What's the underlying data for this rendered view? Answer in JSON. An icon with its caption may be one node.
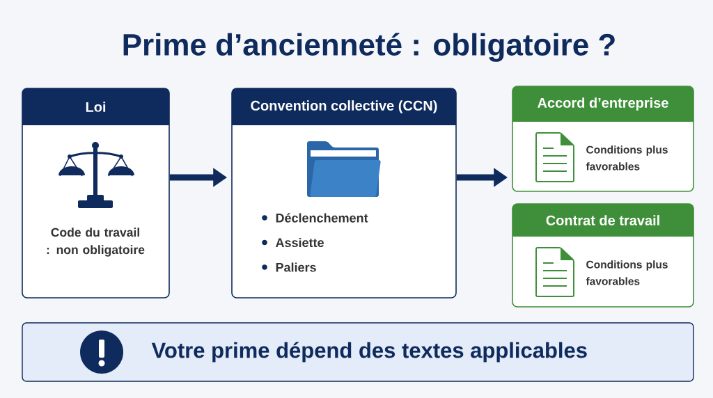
{
  "diagram": {
    "title": "Prime d’ancienneté : obligatoire ?",
    "nodes": [
      {
        "text": [
          "Loi",
          "Code du travail : non obligatoire"
        ]
      },
      {
        "text": [
          "Convention collective (CCN)",
          "Déclenchement",
          "Assiette",
          "Paliers"
        ]
      },
      {
        "text": [
          "Accord d’entreprise",
          "Conditions plus favorables"
        ]
      },
      {
        "text": [
          "Contrat de travail",
          "Conditions plus favorables"
        ]
      },
      {
        "text": [
          "Votre prime dépend des textes applicables"
        ]
      }
    ],
    "edges": [
      {
        "from": 0,
        "to": 1,
        "arrow": "to"
      },
      {
        "from": 1,
        "to": 2,
        "arrow": "to"
      }
    ]
  }
}
